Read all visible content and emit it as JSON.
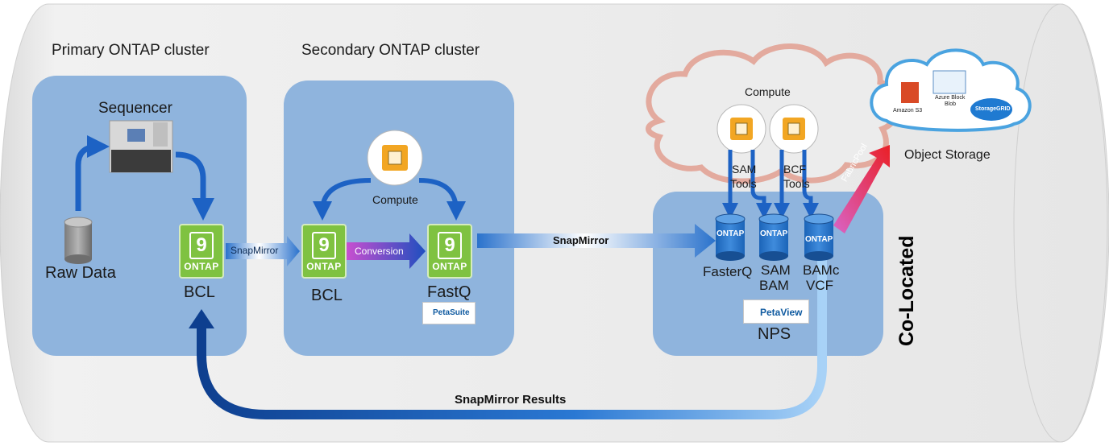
{
  "clusters": {
    "primary_title": "Primary ONTAP cluster",
    "secondary_title": "Secondary ONTAP cluster",
    "colocated_label": "Co-Located"
  },
  "primary": {
    "sequencer_label": "Sequencer",
    "raw_data_label": "Raw Data",
    "bcl_label": "BCL",
    "tile_brand": "ONTAP",
    "tile_digit": "9"
  },
  "secondary": {
    "compute_label": "Compute",
    "bcl_label": "BCL",
    "fastq_label": "FastQ",
    "conversion_label": "Conversion",
    "tile_brand": "ONTAP",
    "tile_digit": "9",
    "petasuite_label": "PetaSuite"
  },
  "links": {
    "snapmirror_small": "SnapMirror",
    "snapmirror_big": "SnapMirror",
    "snapmirror_results": "SnapMirror Results",
    "fabricpool": "FabricPool"
  },
  "nps": {
    "compute_label": "Compute",
    "sam_tools_line1": "SAM",
    "sam_tools_line2": "Tools",
    "bcf_tools_line1": "BCF",
    "bcf_tools_line2": "Tools",
    "cylinders": [
      {
        "tag": "ONTAP",
        "line1": "FasterQ",
        "line2": ""
      },
      {
        "tag": "ONTAP",
        "line1": "SAM",
        "line2": "BAM"
      },
      {
        "tag": "ONTAP",
        "line1": "BAMc",
        "line2": "VCF"
      }
    ],
    "petaview_label": "PetaView",
    "nps_label": "NPS"
  },
  "object_storage": {
    "amazon_label": "Amazon S3",
    "azure_label_line1": "Azure Block",
    "azure_label_line2": "Blob",
    "storagegrid_label": "StorageGRID",
    "title": "Object Storage"
  },
  "colors": {
    "background_cylinder": "#e9e9e9",
    "panel": "#8fb4dd",
    "arrow_blue": "#1d62c4",
    "ontap_green": "#7fc241",
    "cloud_border": "#e3a79a",
    "object_cloud_border": "#4aa3e0",
    "fabricpool_red": "#e8252a"
  }
}
